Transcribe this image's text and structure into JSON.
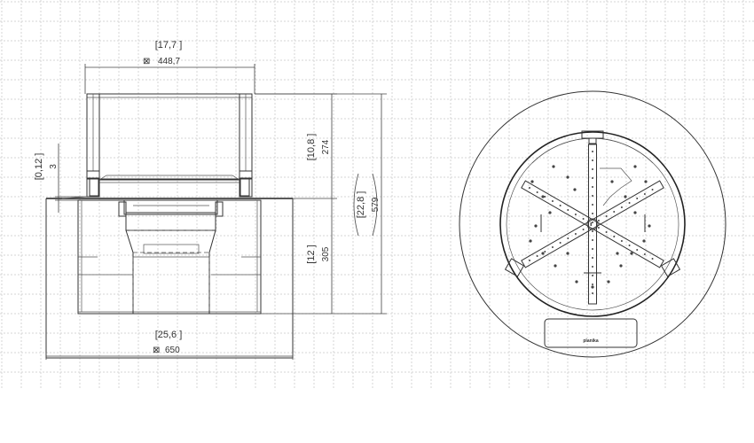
{
  "dimensions": {
    "top_width": {
      "inch": "[17,7 ]",
      "mm": "448,7",
      "symbol": "⊠"
    },
    "base_width": {
      "inch": "[25,6 ]",
      "mm": "650",
      "symbol": "⊠"
    },
    "gap": {
      "inch": "[0,12 ]",
      "mm": "3"
    },
    "upper_height": {
      "inch": "[10,8 ]",
      "mm": "274"
    },
    "lower_height": {
      "inch": "[12 ]",
      "mm": "305"
    },
    "total_height": {
      "inch": "[22,8 ]",
      "mm": "579"
    }
  },
  "plan_view": {
    "logo_text": "planika"
  },
  "colors": {
    "line": "#333333",
    "grid": "#d6d6d6",
    "background": "#ffffff"
  }
}
